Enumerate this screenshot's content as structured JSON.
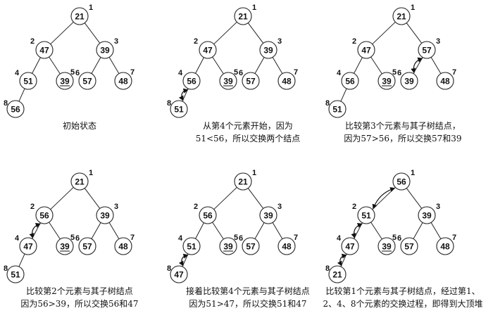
{
  "panels": [
    {
      "id": "p1",
      "nodes": [
        {
          "i": "1",
          "v": "21"
        },
        {
          "i": "2",
          "v": "47"
        },
        {
          "i": "3",
          "v": "39"
        },
        {
          "i": "4",
          "v": "51"
        },
        {
          "i": "5",
          "v": "39",
          "underline": true
        },
        {
          "i": "6",
          "v": "57"
        },
        {
          "i": "7",
          "v": "48"
        },
        {
          "i": "8",
          "v": "56"
        }
      ],
      "caption": [
        "初始状态"
      ],
      "swap": null
    },
    {
      "id": "p2",
      "nodes": [
        {
          "i": "1",
          "v": "21"
        },
        {
          "i": "2",
          "v": "47"
        },
        {
          "i": "3",
          "v": "39"
        },
        {
          "i": "4",
          "v": "56"
        },
        {
          "i": "5",
          "v": "39",
          "underline": true
        },
        {
          "i": "6",
          "v": "57"
        },
        {
          "i": "7",
          "v": "48"
        },
        {
          "i": "8",
          "v": "51"
        }
      ],
      "caption": [
        "从第4个元素开始，因为",
        "51<56，所以交换两个结点"
      ],
      "swap": [
        "4",
        "8"
      ]
    },
    {
      "id": "p3",
      "nodes": [
        {
          "i": "1",
          "v": "21"
        },
        {
          "i": "2",
          "v": "47"
        },
        {
          "i": "3",
          "v": "57"
        },
        {
          "i": "4",
          "v": "56"
        },
        {
          "i": "5",
          "v": "39",
          "underline": true
        },
        {
          "i": "6",
          "v": "39"
        },
        {
          "i": "7",
          "v": "48"
        },
        {
          "i": "8",
          "v": "51"
        }
      ],
      "caption": [
        "比较第3个元素与其子树结点，",
        "因为57>56，所以交换57和39"
      ],
      "swap": [
        "3",
        "6"
      ]
    },
    {
      "id": "p4",
      "nodes": [
        {
          "i": "1",
          "v": "21"
        },
        {
          "i": "2",
          "v": "56"
        },
        {
          "i": "3",
          "v": "39"
        },
        {
          "i": "4",
          "v": "47"
        },
        {
          "i": "5",
          "v": "39",
          "underline": true
        },
        {
          "i": "6",
          "v": "57"
        },
        {
          "i": "7",
          "v": "48"
        },
        {
          "i": "8",
          "v": "51"
        }
      ],
      "caption": [
        "比较第2个元素与其子树结点",
        "因为56>39，所以交换56和47"
      ],
      "swap": [
        "2",
        "4"
      ]
    },
    {
      "id": "p5",
      "nodes": [
        {
          "i": "1",
          "v": "21"
        },
        {
          "i": "2",
          "v": "56"
        },
        {
          "i": "3",
          "v": "39"
        },
        {
          "i": "4",
          "v": "51"
        },
        {
          "i": "5",
          "v": "39",
          "underline": true
        },
        {
          "i": "6",
          "v": "57"
        },
        {
          "i": "7",
          "v": "48"
        },
        {
          "i": "8",
          "v": "47"
        }
      ],
      "caption": [
        "接着比较第4个元素与其子树结点",
        "因为51>47，所以交换51和47"
      ],
      "swap": [
        "4",
        "8"
      ]
    },
    {
      "id": "p6",
      "nodes": [
        {
          "i": "1",
          "v": "56"
        },
        {
          "i": "2",
          "v": "51"
        },
        {
          "i": "3",
          "v": "39"
        },
        {
          "i": "4",
          "v": "47"
        },
        {
          "i": "5",
          "v": "39",
          "underline": true
        },
        {
          "i": "6",
          "v": "57"
        },
        {
          "i": "7",
          "v": "48"
        },
        {
          "i": "8",
          "v": "21"
        }
      ],
      "caption": [
        "比较第1个元素与其子树结点，经过第1、",
        "2、4、8个元素的交换过程，即得到大顶堆"
      ],
      "swap": [
        "1",
        "2",
        "4",
        "8"
      ]
    }
  ]
}
